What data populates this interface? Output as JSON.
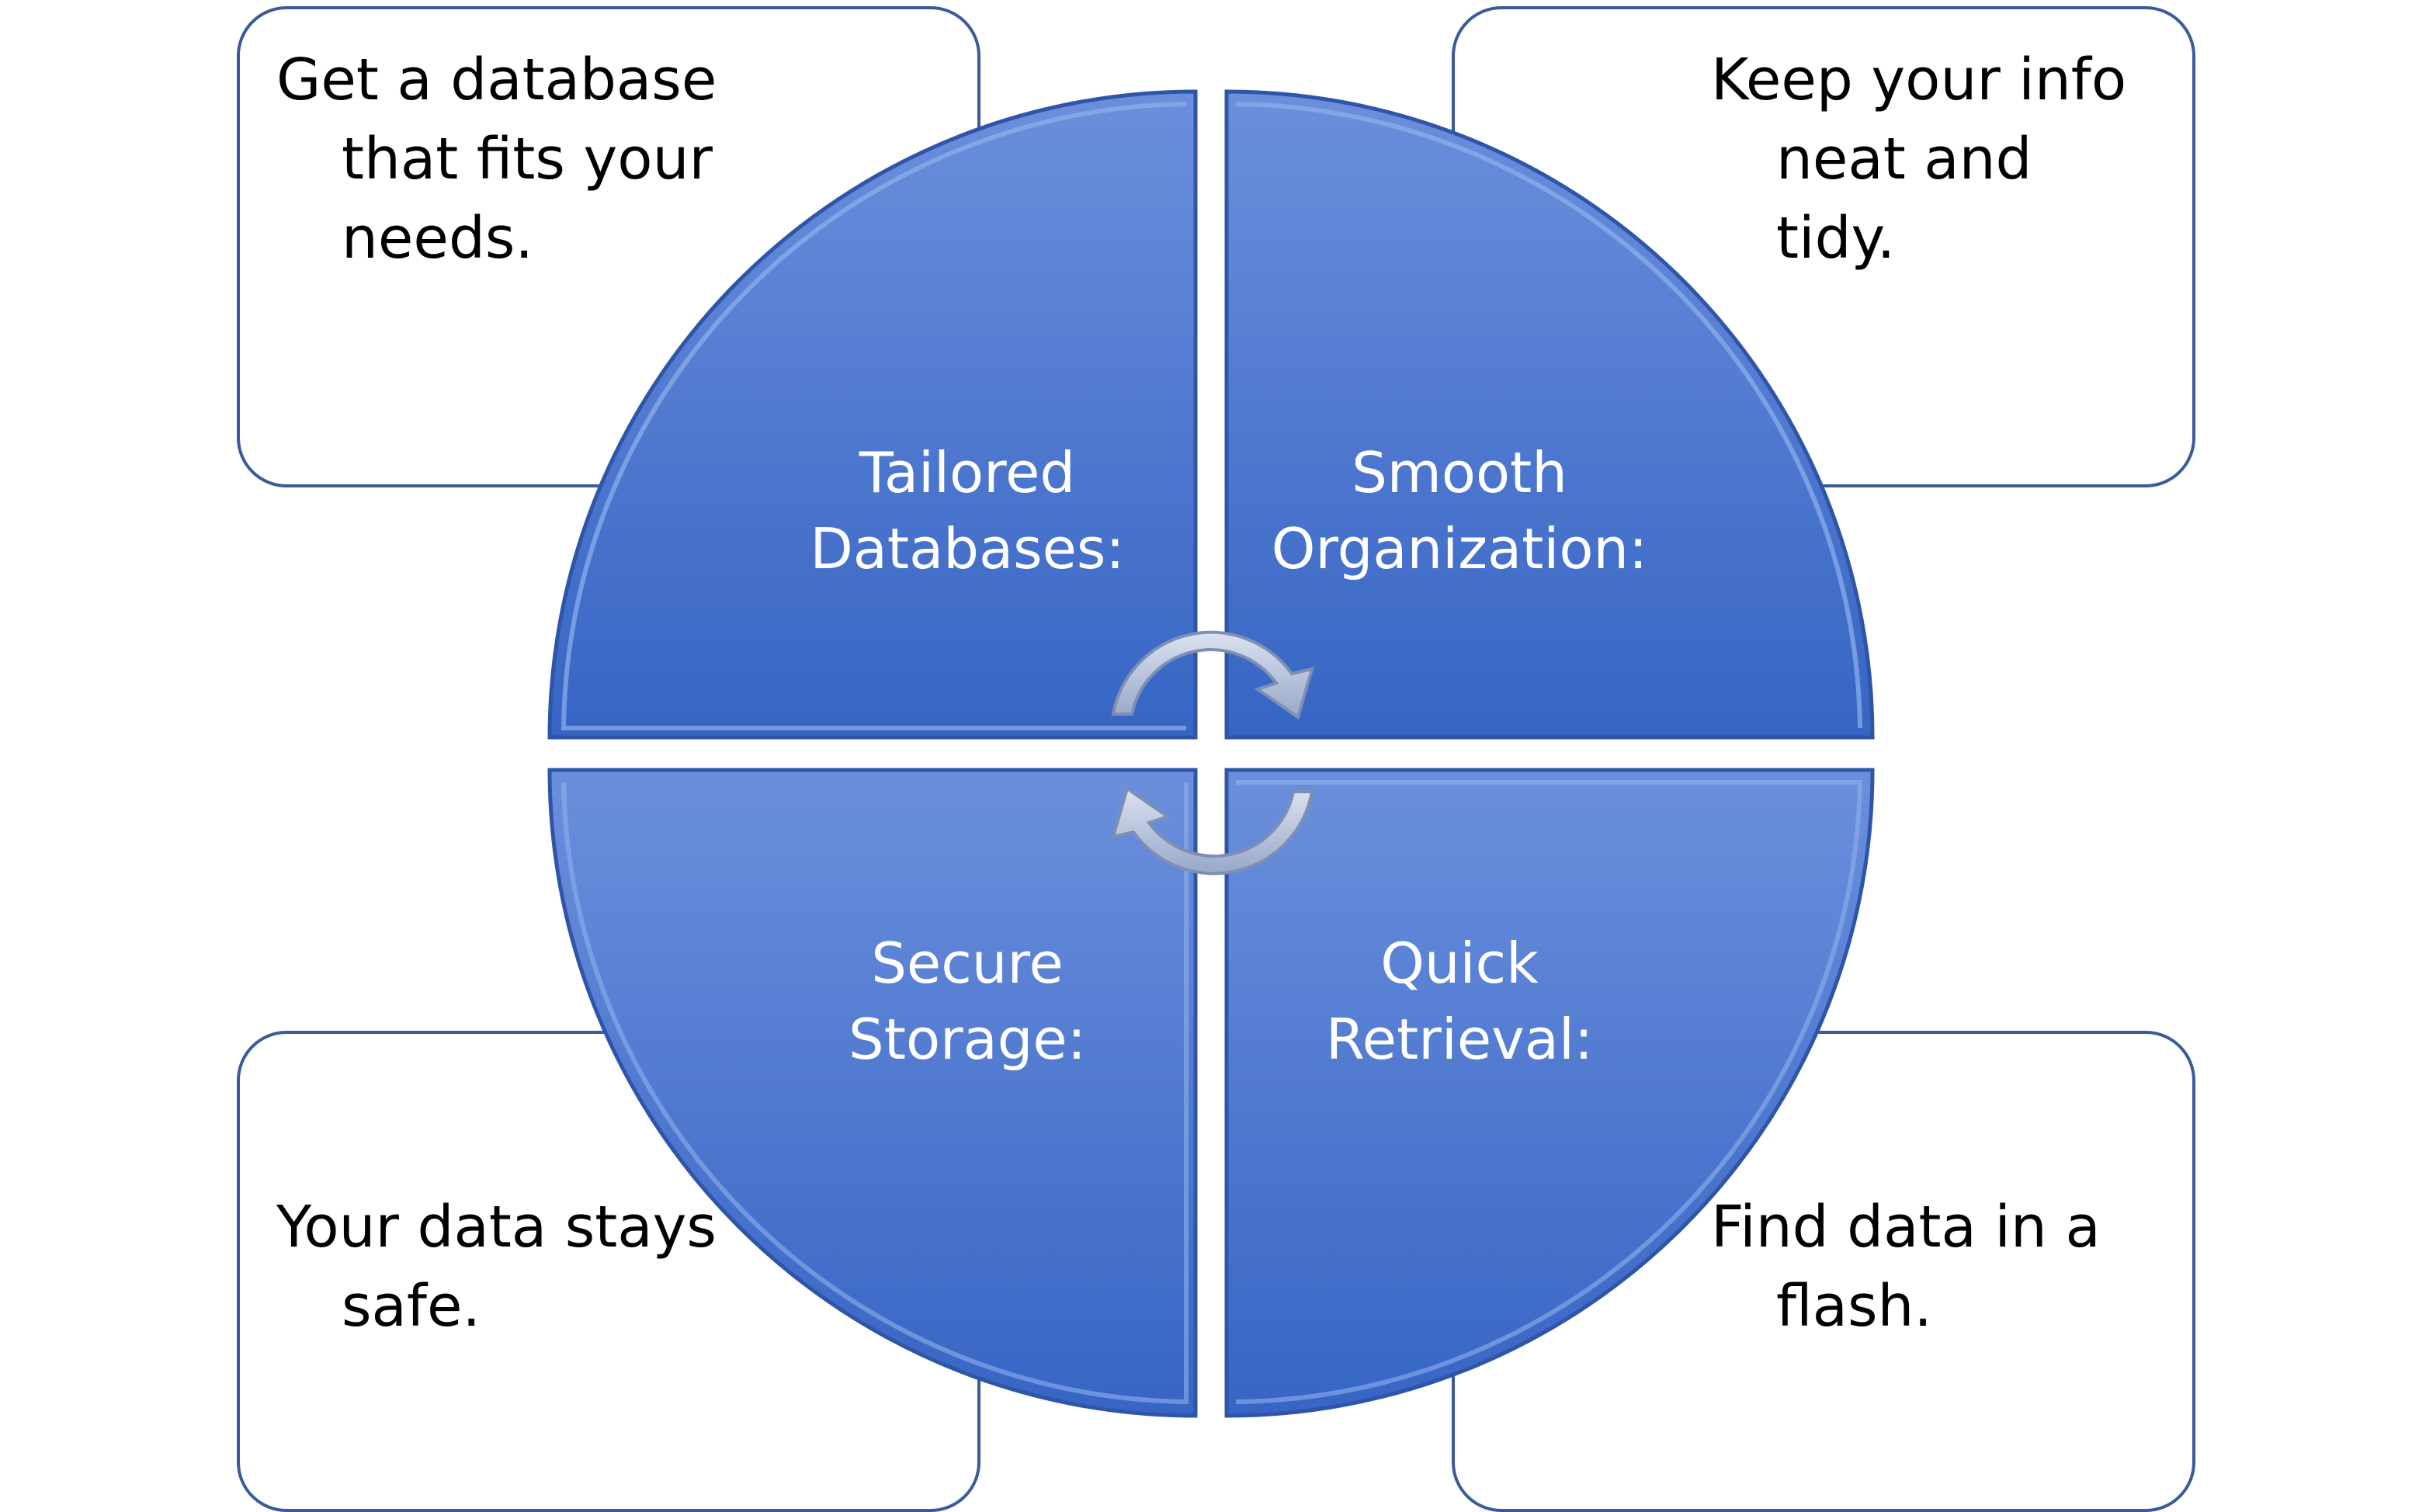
{
  "segments": [
    {
      "label_lines": [
        "Tailored",
        "Databases:"
      ],
      "description_lines": [
        "Get a database",
        "that fits your",
        "needs."
      ]
    },
    {
      "label_lines": [
        "Smooth",
        "Organization:"
      ],
      "description_lines": [
        "Keep your info",
        "neat and",
        "tidy."
      ]
    },
    {
      "label_lines": [
        "Secure",
        "Storage:"
      ],
      "description_lines": [
        "Your data stays",
        "safe."
      ]
    },
    {
      "label_lines": [
        "Quick",
        "Retrieval:"
      ],
      "description_lines": [
        "Find data in a",
        "flash."
      ]
    }
  ],
  "colors": {
    "quadrant_fill_top": "#6b8fdc",
    "quadrant_fill_bottom": "#3665c4",
    "quadrant_edge": "#2f55a8",
    "note_border": "#3a5a9c",
    "arrow_fill": "#b8c4dc",
    "label_text": "#ffffff",
    "note_text": "#000000"
  },
  "icons": [
    "cycle-arrow-icon"
  ]
}
